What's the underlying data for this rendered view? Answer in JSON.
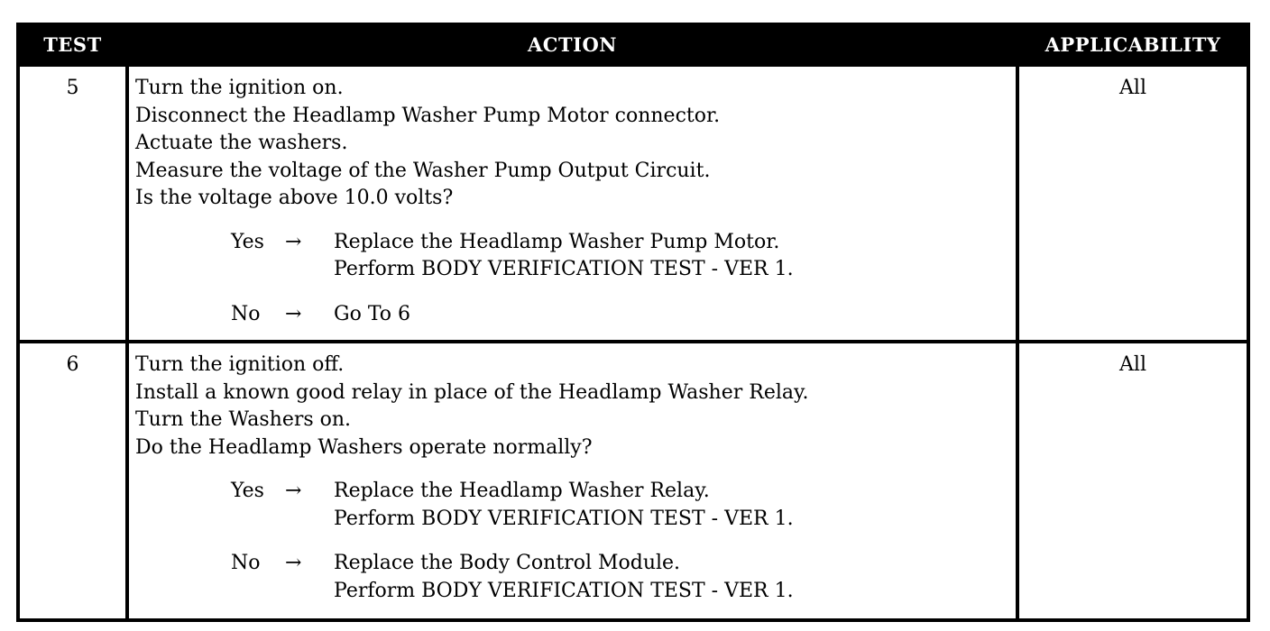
{
  "table": {
    "headers": {
      "test": "TEST",
      "action": "ACTION",
      "applicability": "APPLICABILITY"
    },
    "rows": [
      {
        "test": "5",
        "steps": [
          "Turn the ignition on.",
          "Disconnect the Headlamp Washer Pump Motor connector.",
          "Actuate the washers.",
          "Measure the voltage of the Washer Pump Output Circuit.",
          "Is the voltage above 10.0 volts?"
        ],
        "yes": {
          "label": "Yes",
          "arrow": "→",
          "results": [
            "Replace the Headlamp Washer Pump Motor.",
            "Perform BODY VERIFICATION TEST - VER 1."
          ]
        },
        "no": {
          "label": "No",
          "arrow": "→",
          "results": [
            "Go To   6"
          ]
        },
        "applicability": "All"
      },
      {
        "test": "6",
        "steps": [
          "Turn the ignition off.",
          "Install a known good relay in place of the Headlamp Washer Relay.",
          "Turn the Washers on.",
          "Do the Headlamp Washers operate normally?"
        ],
        "yes": {
          "label": "Yes",
          "arrow": "→",
          "results": [
            "Replace the Headlamp Washer Relay.",
            "Perform BODY VERIFICATION TEST - VER 1."
          ]
        },
        "no": {
          "label": "No",
          "arrow": "→",
          "results": [
            "Replace the Body Control Module.",
            "Perform BODY VERIFICATION TEST - VER 1."
          ]
        },
        "applicability": "All"
      }
    ]
  }
}
